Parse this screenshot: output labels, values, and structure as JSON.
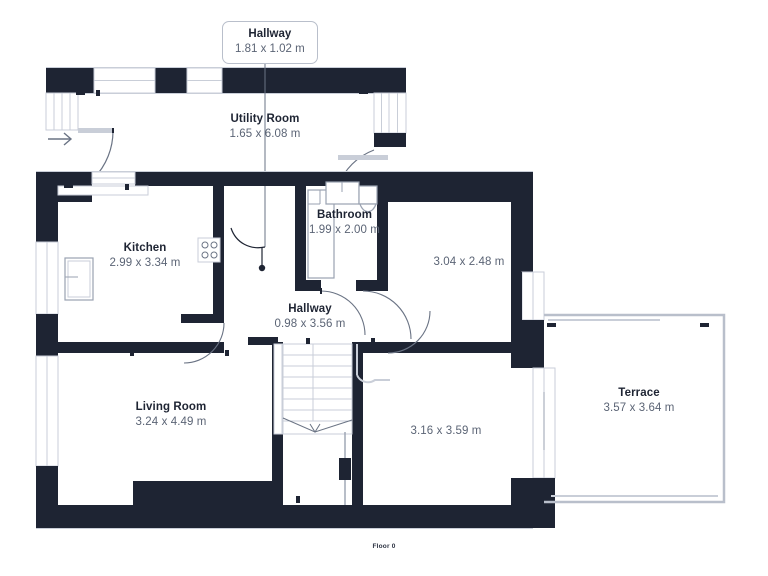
{
  "document": {
    "title": "Floor Plan",
    "floor_caption": "Floor 0",
    "units": "m"
  },
  "colors": {
    "wall_fill": "#1e2433",
    "wall_outline": "#c9ced8",
    "thin_line": "#b9bfcb",
    "text_primary": "#1e2433",
    "text_secondary": "#5b6475",
    "background": "#ffffff",
    "fixture_stroke": "#9aa2b1"
  },
  "callouts": [
    {
      "id": "hallway-upper",
      "name": "Hallway",
      "dimensions": "1.81 x 1.02 m",
      "width": "1.81",
      "height": "1.02"
    }
  ],
  "rooms": [
    {
      "id": "utility-room",
      "name": "Utility Room",
      "dimensions": "1.65 x 6.08 m",
      "width": "1.65",
      "height": "6.08"
    },
    {
      "id": "kitchen",
      "name": "Kitchen",
      "dimensions": "2.99 x 3.34 m",
      "width": "2.99",
      "height": "3.34"
    },
    {
      "id": "bathroom",
      "name": "Bathroom",
      "dimensions": "1.99 x 2.00 m",
      "width": "1.99",
      "height": "2.00"
    },
    {
      "id": "bedroom-upper-right",
      "name": "",
      "dimensions": "3.04 x 2.48 m",
      "width": "3.04",
      "height": "2.48"
    },
    {
      "id": "hallway-central",
      "name": "Hallway",
      "dimensions": "0.98 x 3.56 m",
      "width": "0.98",
      "height": "3.56"
    },
    {
      "id": "living-room",
      "name": "Living Room",
      "dimensions": "3.24 x 4.49 m",
      "width": "3.24",
      "height": "4.49"
    },
    {
      "id": "bedroom-lower-right",
      "name": "",
      "dimensions": "3.16 x 3.59 m",
      "width": "3.16",
      "height": "3.59"
    },
    {
      "id": "terrace",
      "name": "Terrace",
      "dimensions": "3.57 x 3.64 m",
      "width": "3.57",
      "height": "3.64"
    }
  ],
  "symbols": [
    {
      "id": "entrance-arrow",
      "label": "entrance direction arrow"
    },
    {
      "id": "stair-direction-arrow",
      "label": "stairs down arrow"
    }
  ]
}
